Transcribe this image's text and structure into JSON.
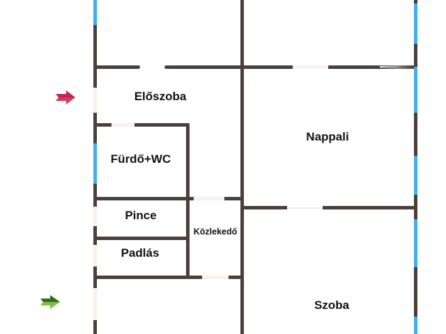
{
  "floorplan": {
    "rooms": [
      {
        "id": "eloszoba",
        "label": "Előszoba"
      },
      {
        "id": "nappali",
        "label": "Nappali"
      },
      {
        "id": "furdo",
        "label": "Fürdő+WC"
      },
      {
        "id": "pince",
        "label": "Pince"
      },
      {
        "id": "kozlekedo",
        "label": "Közlekedő"
      },
      {
        "id": "padlas",
        "label": "Padlás"
      },
      {
        "id": "szoba",
        "label": "Szoba"
      }
    ],
    "entrances": [
      {
        "id": "main-entrance",
        "color": "#d23a62",
        "position": "left, beside Előszoba"
      },
      {
        "id": "secondary-entrance",
        "color": "#3f9a2a",
        "position": "left, lower room"
      }
    ],
    "colors": {
      "wall": "#4a3f3a",
      "window": "#3fb0ea",
      "door": "#fbf1ea",
      "label": "#111111"
    }
  }
}
